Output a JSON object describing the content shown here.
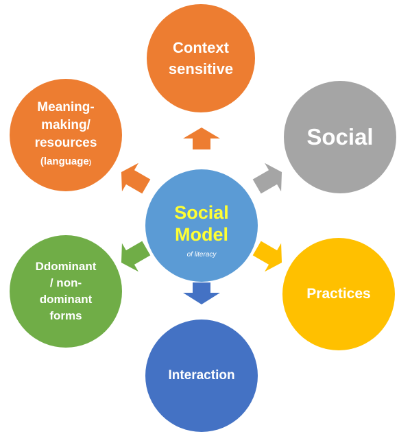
{
  "diagram": {
    "center": {
      "title": "Social Model",
      "subtitle": "of literacy"
    },
    "nodes": {
      "top": {
        "label": "Context\nsensitive"
      },
      "right": {
        "label": "Social"
      },
      "right_bottom": {
        "label": "Practices"
      },
      "bottom": {
        "label": "Interaction"
      },
      "left_bottom": {
        "label": "Ddominant\n/ non-\ndominant\nforms"
      },
      "left": {
        "line1": "Meaning-\nmaking/\nresources",
        "line2": "(language",
        "line2_end": ")"
      }
    },
    "colors": {
      "center": "#5b9bd5",
      "center_text": "#ffff33",
      "orange": "#ed7d31",
      "gray": "#a5a5a5",
      "gold": "#ffc000",
      "blue": "#4472c4",
      "green": "#70ad47"
    }
  }
}
